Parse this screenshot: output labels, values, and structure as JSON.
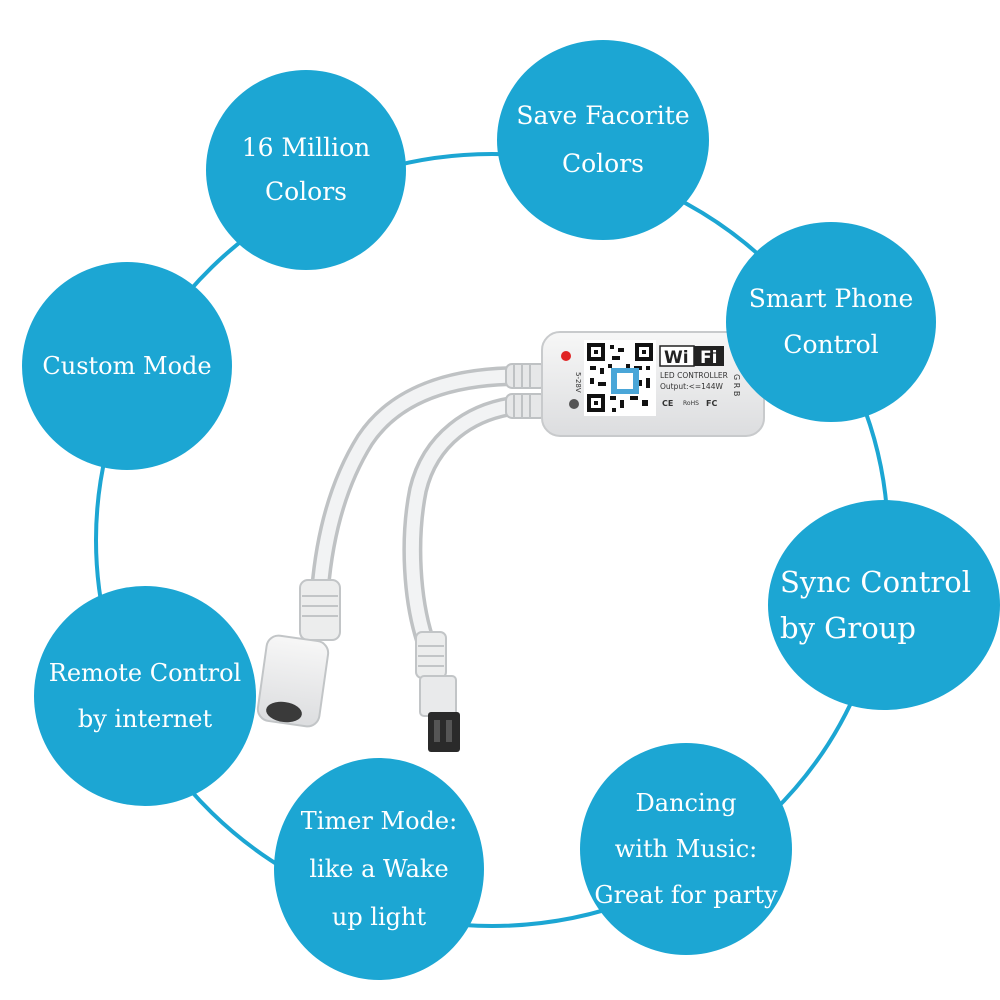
{
  "colors": {
    "bubble": "#1ca6d3",
    "ring": "#1ca6d3",
    "background": "#ffffff"
  },
  "features": {
    "f1": {
      "line1": "16 Million",
      "line2": "Colors"
    },
    "f2": {
      "line1": "Save Facorite",
      "line2": "Colors"
    },
    "f3": {
      "line1": "Custom Mode"
    },
    "f4": {
      "line1": "Smart Phone",
      "line2": "Control"
    },
    "f5": {
      "line1": "Sync Control",
      "line2": "by Group"
    },
    "f6": {
      "line1": "Remote Control",
      "line2": "by internet"
    },
    "f7": {
      "line1": "Timer Mode:",
      "line2": "like a Wake",
      "line3": "up light"
    },
    "f8": {
      "line1": "Dancing",
      "line2": "with Music:",
      "line3": "Great for party"
    }
  },
  "device": {
    "wifi_label_left": "Wi",
    "wifi_label_right": "Fi",
    "controller_label": "LED CONTROLLER",
    "output_label": "Output:<=144W",
    "voltage_label": "5-28V",
    "rgb_label": "G R B",
    "cert_ce": "CE",
    "cert_rohs": "RoHS",
    "cert_fc": "FC"
  }
}
